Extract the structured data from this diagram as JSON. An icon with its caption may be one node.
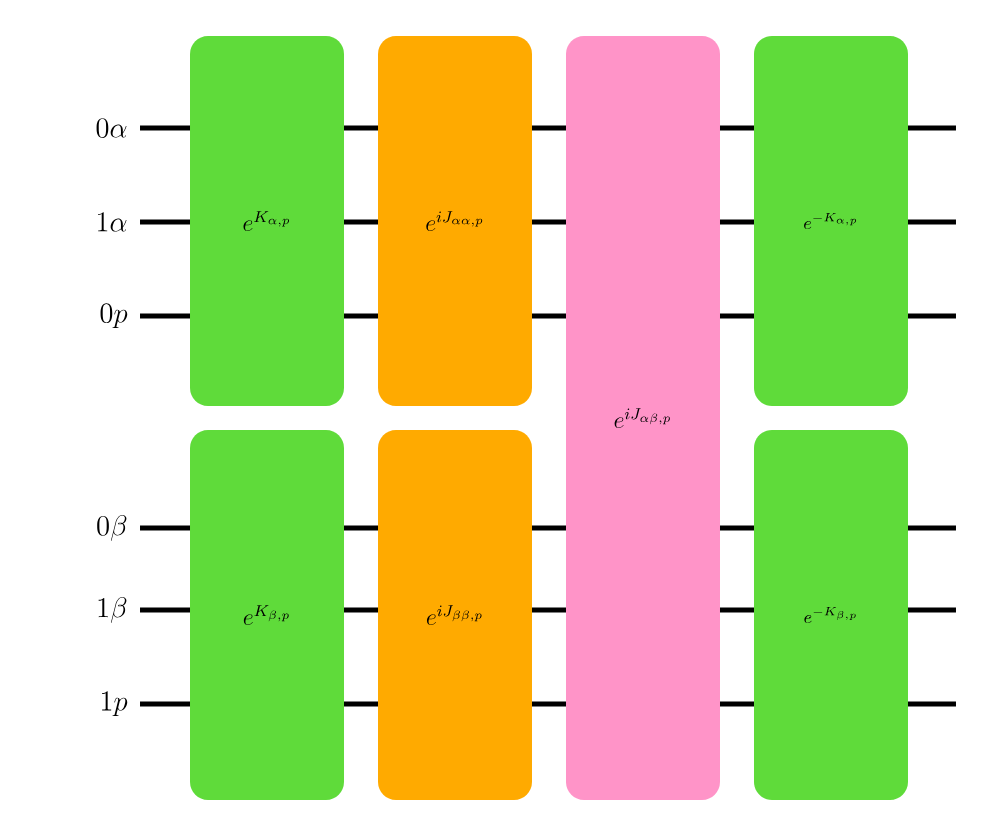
{
  "diagram": {
    "nodes": [
      {
        "text": [
          "e^{K_{\\alpha,p}}"
        ]
      },
      {
        "text": [
          "e^{iJ_{\\alpha\\alpha,p}}"
        ]
      },
      {
        "text": [
          "e^{iJ_{\\alpha\\beta,p}}"
        ]
      },
      {
        "text": [
          "e^{-K_{\\alpha,p}}"
        ]
      },
      {
        "text": [
          "e^{K_{\\beta,p}}"
        ]
      },
      {
        "text": [
          "e^{iJ_{\\beta\\beta,p}}"
        ]
      },
      {
        "text": [
          "e^{-K_{\\beta,p}}"
        ]
      }
    ],
    "labels": [
      "0\\alpha",
      "1\\alpha",
      "0p",
      "0\\beta",
      "1\\beta",
      "1p"
    ]
  }
}
